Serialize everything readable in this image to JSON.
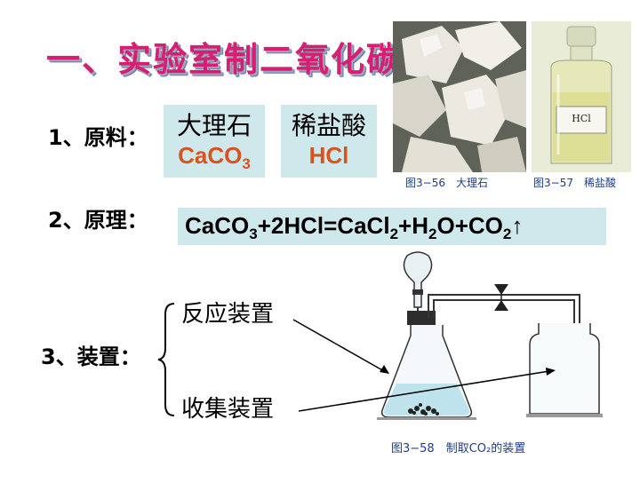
{
  "title": "一、实验室制二氧化碳",
  "materials": {
    "label": "1、原料：",
    "marble": {
      "name": "大理石",
      "formula_main": "CaCO",
      "formula_sub": "3"
    },
    "acid": {
      "name": "稀盐酸",
      "formula": "HCl"
    }
  },
  "principle": {
    "label": "2、原理：",
    "equation": {
      "p1": "CaCO",
      "s1": "3",
      "p2": "+2HCl=CaCl",
      "s2": "2",
      "p3": "+H",
      "s3": "2",
      "p4": "O+CO",
      "s4": "2",
      "p5": "↑"
    }
  },
  "apparatus": {
    "label": "3、装置：",
    "reaction": "反应装置",
    "collection": "收集装置"
  },
  "figures": {
    "fig56": "图3−56　大理石",
    "fig57": "图3−57　稀盐酸",
    "fig58": "图3−58　制取CO₂的装置",
    "bottle_label": "HCl"
  },
  "colors": {
    "title": "#d81e6e",
    "box_bg": "#cfe8ec",
    "formula": "#d9531e",
    "caption": "#1f3c86"
  }
}
